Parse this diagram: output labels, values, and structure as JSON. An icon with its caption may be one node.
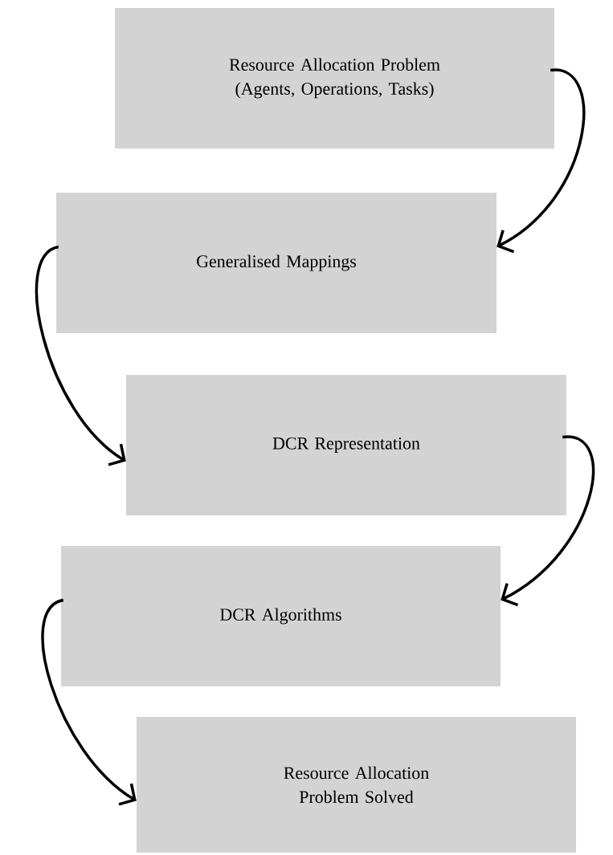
{
  "diagram": {
    "nodes": [
      {
        "text": [
          "Resource Allocation Problem (Agents, Operations, Tasks)"
        ]
      },
      {
        "text": [
          "Generalised Mappings"
        ]
      },
      {
        "text": [
          "DCR Representation"
        ]
      },
      {
        "text": [
          "DCR Algorithms"
        ]
      },
      {
        "text": [
          "Resource Allocation Problem Solved"
        ]
      }
    ],
    "edges": [
      {
        "from": 0,
        "to": 1,
        "arrow": "to"
      },
      {
        "from": 1,
        "to": 2,
        "arrow": "to"
      },
      {
        "from": 2,
        "to": 3,
        "arrow": "to"
      },
      {
        "from": 3,
        "to": 4,
        "arrow": "to"
      }
    ]
  }
}
